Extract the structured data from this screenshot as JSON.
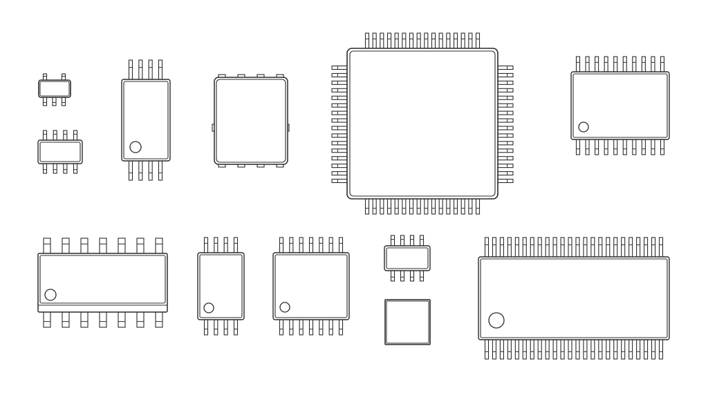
{
  "diagram": {
    "background": "#ffffff",
    "stroke_color": "#2a2a2a",
    "components": [
      {
        "name": "sot23-5-package"
      },
      {
        "name": "sot23-8-package"
      },
      {
        "name": "tssop8-package"
      },
      {
        "name": "powerpak-package"
      },
      {
        "name": "qfp-64-package"
      },
      {
        "name": "ssop20-package"
      },
      {
        "name": "soic14-package"
      },
      {
        "name": "msop8-package"
      },
      {
        "name": "tssop14-package"
      },
      {
        "name": "sot23-6-package"
      },
      {
        "name": "qfn-package"
      },
      {
        "name": "ssop48-package"
      }
    ]
  }
}
